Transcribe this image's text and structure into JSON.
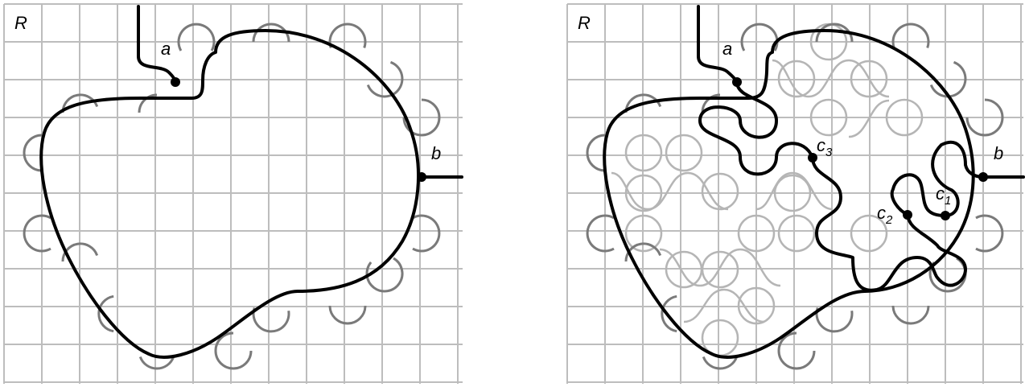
{
  "panels": [
    {
      "id": "left",
      "region_label": "R",
      "points": [
        {
          "key": "a",
          "label": "a",
          "sub": ""
        },
        {
          "key": "b",
          "label": "b",
          "sub": ""
        }
      ]
    },
    {
      "id": "right",
      "region_label": "R",
      "points": [
        {
          "key": "a",
          "label": "a",
          "sub": ""
        },
        {
          "key": "b",
          "label": "b",
          "sub": ""
        },
        {
          "key": "c1",
          "label": "c",
          "sub": "1"
        },
        {
          "key": "c2",
          "label": "c",
          "sub": "2"
        },
        {
          "key": "c3",
          "label": "c",
          "sub": "3"
        }
      ]
    }
  ],
  "colors": {
    "grid": "#bdbdbd",
    "outer_arcs": "#7a7a7a",
    "inner_arcs": "#b5b5b5",
    "curve": "#000000"
  }
}
